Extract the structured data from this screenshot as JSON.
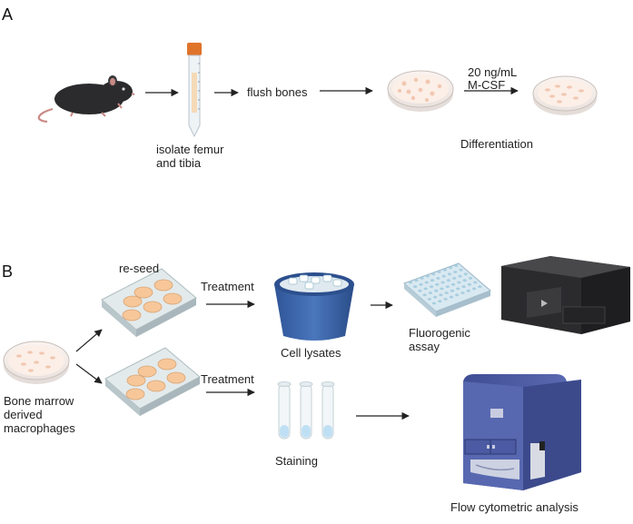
{
  "panel_a": {
    "label": "A",
    "steps": {
      "isolate_line1": "isolate femur",
      "isolate_line2": "and tibia",
      "flush": "flush bones",
      "mcsf_line1": "20 ng/mL",
      "mcsf_line2": "M-CSF",
      "differentiation": "Differentiation"
    }
  },
  "panel_b": {
    "label": "B",
    "start_line1": "Bone marrow",
    "start_line2": "derived",
    "start_line3": "macrophages",
    "reseed": "re-seed",
    "treatment_top": "Treatment",
    "treatment_bottom": "Treatment",
    "cell_lysates": "Cell lysates",
    "fluoro_line1": "Fluorogenic",
    "fluoro_line2": "assay",
    "staining": "Staining",
    "flow": "Flow cytometric analysis"
  },
  "colors": {
    "mouse": "#2b2b2d",
    "dish_cells": "#f2c7b0",
    "plate": "#d9e2e4",
    "well_fill": "#f7c79a",
    "bucket": "#3c64a6",
    "microplate": "#c9dfea",
    "tube_liquid": "#bfe0f4",
    "cytometer": "#4e5ea4",
    "reader": "#2b2b2d"
  }
}
